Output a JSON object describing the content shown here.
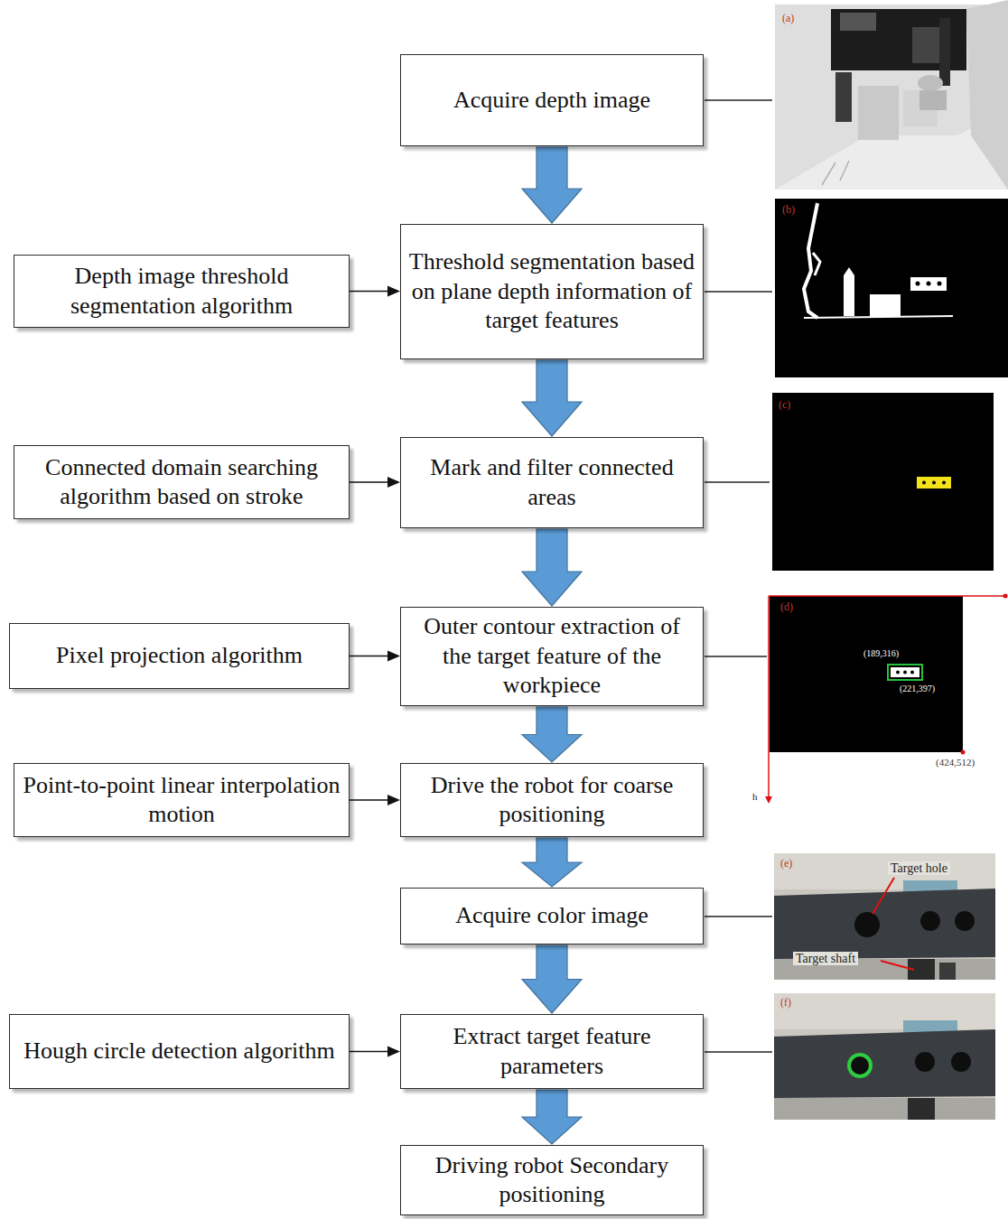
{
  "diagram": {
    "nodes": [
      {
        "text": [
          "Acquire depth image"
        ]
      },
      {
        "text": [
          "Depth image threshold segmentation algorithm"
        ]
      },
      {
        "text": [
          "Threshold segmentation based on plane depth information of target features"
        ]
      },
      {
        "text": [
          "Connected domain searching algorithm based on stroke"
        ]
      },
      {
        "text": [
          "Mark and filter connected areas"
        ]
      },
      {
        "text": [
          "Pixel projection algorithm"
        ]
      },
      {
        "text": [
          "Outer contour extraction of the target feature of the workpiece"
        ]
      },
      {
        "text": [
          "Point-to-point linear interpolation motion"
        ]
      },
      {
        "text": [
          "Drive the robot for coarse positioning"
        ]
      },
      {
        "text": [
          "Acquire color image"
        ]
      },
      {
        "text": [
          "Hough circle detection algorithm"
        ]
      },
      {
        "text": [
          "Extract target feature parameters"
        ]
      },
      {
        "text": [
          "Driving robot Secondary positioning"
        ]
      }
    ],
    "edges": [
      {
        "from": 0,
        "to": 2,
        "arrow": "to"
      },
      {
        "from": 1,
        "to": 2,
        "arrow": "to"
      },
      {
        "from": 2,
        "to": 4,
        "arrow": "to"
      },
      {
        "from": 3,
        "to": 4,
        "arrow": "to"
      },
      {
        "from": 4,
        "to": 6,
        "arrow": "to"
      },
      {
        "from": 5,
        "to": 6,
        "arrow": "to"
      },
      {
        "from": 6,
        "to": 8,
        "arrow": "to"
      },
      {
        "from": 7,
        "to": 8,
        "arrow": "to"
      },
      {
        "from": 8,
        "to": 9,
        "arrow": "to"
      },
      {
        "from": 9,
        "to": 11,
        "arrow": "to"
      },
      {
        "from": 10,
        "to": 11,
        "arrow": "to"
      },
      {
        "from": 11,
        "to": 12,
        "arrow": "to"
      }
    ],
    "labels": [
      "(a)",
      "(b)",
      "(c)",
      "(d)",
      "(189,316)",
      "(221,397)",
      "(424,512)",
      "h",
      "(e)",
      "Target hole",
      "Target shaft",
      "(f)"
    ]
  }
}
